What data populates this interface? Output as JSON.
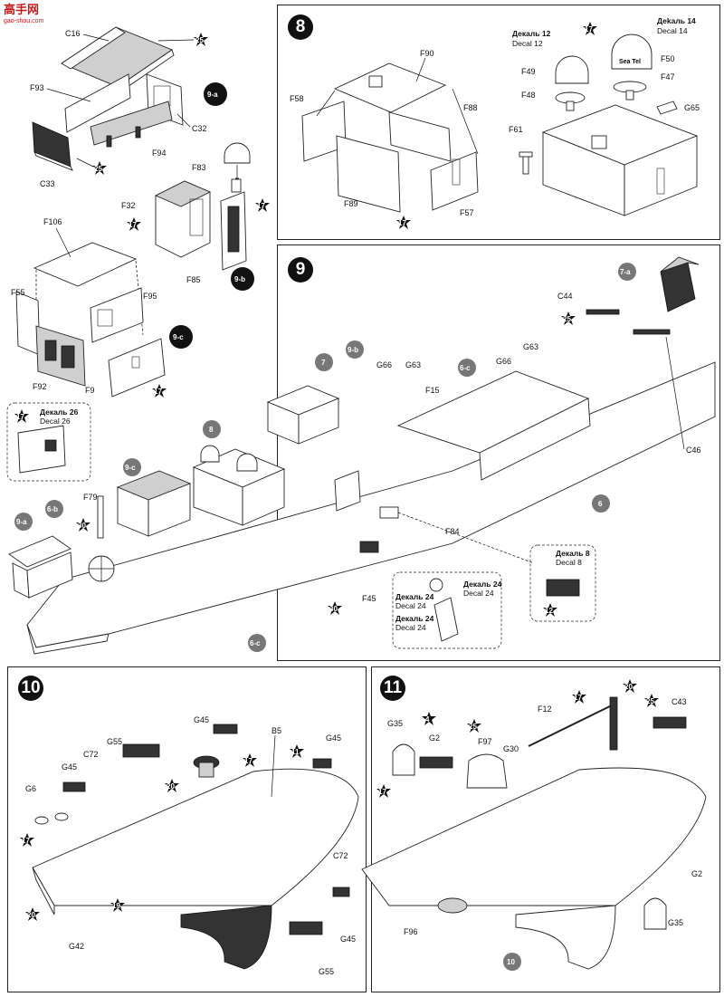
{
  "logo": {
    "text": "高手网",
    "url_text": "gao-shou.com"
  },
  "steps": {
    "s8": "8",
    "s9": "9",
    "s10": "10",
    "s11": "11"
  },
  "badges": {
    "b9a": "9-a",
    "b9b": "9-b",
    "b9c": "9-c",
    "b7a": "7-a",
    "b7": "7",
    "b8": "8",
    "b6b": "6-b",
    "b6c": "6-c",
    "b6": "6",
    "b10": "10"
  },
  "decals": {
    "d12_ru": "Декаль 12",
    "d12_en": "Decal 12",
    "d14_ru": "Деkaль 14",
    "d14_en": "Decal 14",
    "d26_ru": "Декаль 26",
    "d26_en": "Decal 26",
    "d8_ru": "Декаль 8",
    "d8_en": "Decal 8",
    "d24_ru": "Декаль 24",
    "d24_en": "Decal 24",
    "seatel": "Sea Tel"
  },
  "parts": {
    "C16": "C16",
    "F93": "F93",
    "C32": "C32",
    "F94": "F94",
    "C33": "C33",
    "F83": "F83",
    "F32": "F32",
    "F85": "F85",
    "F106": "F106",
    "F55": "F55",
    "F95": "F95",
    "F92": "F92",
    "F9": "F9",
    "F90": "F90",
    "F58": "F58",
    "F88": "F88",
    "F89": "F89",
    "F57": "F57",
    "F49": "F49",
    "F48": "F48",
    "F50": "F50",
    "F47": "F47",
    "G65": "G65",
    "F61": "F61",
    "C44": "C44",
    "C46": "C46",
    "G63": "G63",
    "G66": "G66",
    "F15": "F15",
    "F79": "F79",
    "F84": "F84",
    "F45": "F45",
    "G45": "G45",
    "B5": "B5",
    "G55": "G55",
    "C72": "C72",
    "G6": "G6",
    "G42": "G42",
    "G35": "G35",
    "F12": "F12",
    "C43": "C43",
    "G2": "G2",
    "F97": "F97",
    "G30": "G30",
    "F96": "F96"
  },
  "stars": {
    "n25": "25",
    "n17": "17",
    "n30": "30",
    "n12": "12",
    "n20": "20",
    "n11": "11",
    "n19": "19",
    "n4": "4"
  }
}
